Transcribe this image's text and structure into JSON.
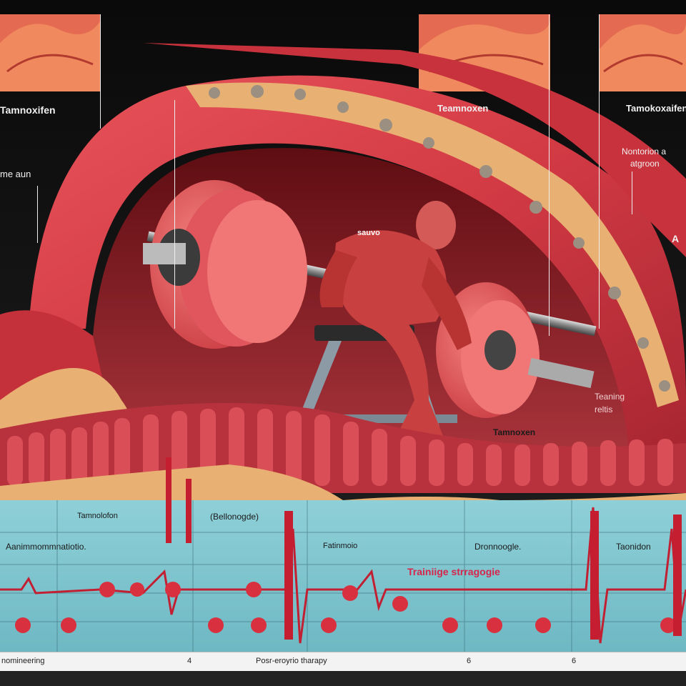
{
  "labels": {
    "top_left": "Tamnoxifen",
    "top_center": "Teamnoxen",
    "top_right": "Tamokoxaifen",
    "left_mid": "me aun",
    "right_mid_1": "Nontorion a",
    "right_mid_2": "atgroon",
    "right_mid_3": "A",
    "torso": "sauvo",
    "teaming_1": "Teaning",
    "teaming_2": "reltis",
    "center_right": "Tamnoxen",
    "row1_a": "Tamnolofon",
    "row1_b": "(Bellonogde)",
    "row2_a": "Aanimmommnatiotio.",
    "row2_b": "Fatinmoio",
    "row2_c": "Dronnoogle.",
    "row2_d": "Taonidon",
    "chart_title": "Trainiige strragogie",
    "footer_left": "nomineering",
    "footer_4": "4",
    "footer_center": "Posr-eroyrio tharapy",
    "footer_6a": "6",
    "footer_6b": "6"
  },
  "colors": {
    "muscle": "#d9434a",
    "muscle_dark": "#9b1f26",
    "fat": "#e9b074",
    "panel": "#7fc6cf",
    "accent_red": "#d6244a"
  }
}
